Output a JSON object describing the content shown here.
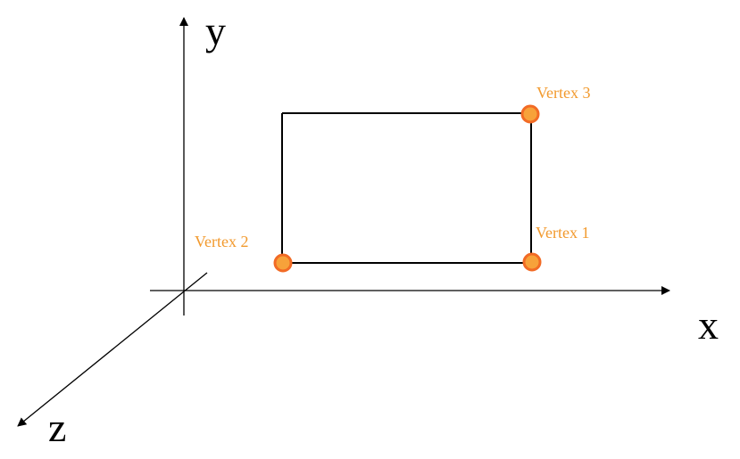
{
  "axes": {
    "x_label": "x",
    "y_label": "y",
    "z_label": "z"
  },
  "vertices": [
    {
      "label": "Vertex 1"
    },
    {
      "label": "Vertex 2"
    },
    {
      "label": "Vertex 3"
    }
  ],
  "colors": {
    "vertex_fill": "#f7a23a",
    "vertex_stroke": "#f26b25",
    "vertex_label": "#f29a2e",
    "line": "#000000"
  }
}
